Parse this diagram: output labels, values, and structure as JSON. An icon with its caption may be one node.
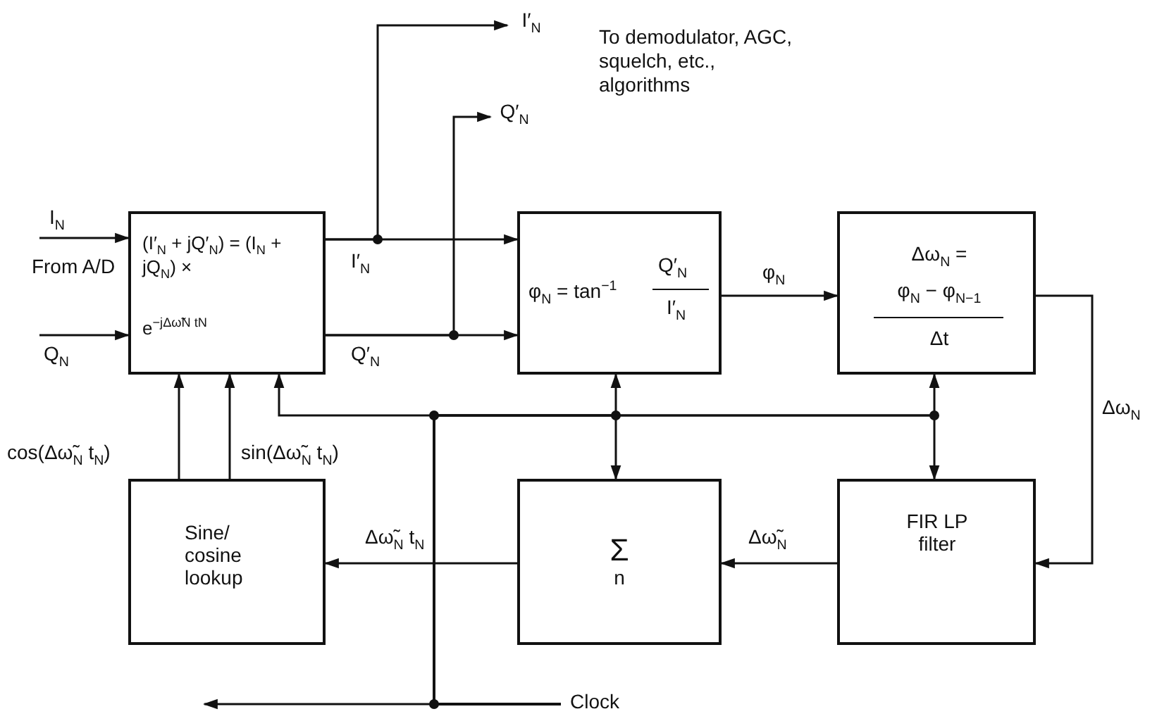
{
  "diagram": {
    "nodes": [
      {
        "text": [
          "(I′$_{N}$ + jQ′$_{N}$) = (I$_{N}$ + jQ$_{N}$) ×",
          "e$^{−jΔω̃N tN}$"
        ]
      },
      {
        "text": [
          "φ$_{N}$ = tan$^{−1}$",
          "Q′$_{N}$",
          "I′$_{N}$"
        ]
      },
      {
        "text": [
          "Δω$_{N}$ =",
          "φ$_{N}$ − φ$_{N−1}$",
          "Δt"
        ]
      },
      {
        "text": [
          "Sine/ cosine lookup"
        ]
      },
      {
        "text": [
          "Σ",
          "n"
        ]
      },
      {
        "text": [
          "FIR LP filter"
        ]
      },
      {
        "text": [
          "I′$_{N}$"
        ]
      },
      {
        "text": [
          "Q′$_{N}$"
        ]
      },
      {
        "text": [
          "Clock"
        ]
      }
    ],
    "edges": [
      {
        "from": null,
        "to": 0,
        "arrow": "to",
        "label": "I$_{N}$"
      },
      {
        "from": null,
        "to": 0,
        "arrow": "to",
        "label": "Q$_{N}$"
      },
      {
        "from": 0,
        "to": 1,
        "arrow": "to",
        "label": "I′$_{N}$"
      },
      {
        "from": 0,
        "to": 1,
        "arrow": "to",
        "label": "Q′$_{N}$"
      },
      {
        "from": 0,
        "to": 6,
        "arrow": "to"
      },
      {
        "from": 0,
        "to": 7,
        "arrow": "to"
      },
      {
        "from": 1,
        "to": 2,
        "arrow": "to",
        "label": "φ$_{N}$"
      },
      {
        "from": 2,
        "to": 5,
        "arrow": "to",
        "label": "Δω$_{N}$"
      },
      {
        "from": 5,
        "to": 4,
        "arrow": "to",
        "label": "Δω̃$_{N}$"
      },
      {
        "from": 4,
        "to": 3,
        "arrow": "to",
        "label": "Δω̃$_{N}$ t$_{N}$"
      },
      {
        "from": 3,
        "to": 0,
        "arrow": "to",
        "label": "cos(Δω̃$_{N}$ t$_{N}$)"
      },
      {
        "from": 3,
        "to": 0,
        "arrow": "to",
        "label": "sin(Δω̃$_{N}$ t$_{N}$)"
      },
      {
        "from": 8,
        "to": null,
        "arrow": "to"
      },
      {
        "from": 8,
        "to": 0,
        "arrow": "to"
      },
      {
        "from": 8,
        "to": 1,
        "arrow": "to"
      },
      {
        "from": 8,
        "to": 4,
        "arrow": "to"
      },
      {
        "from": 8,
        "to": 2,
        "arrow": "to"
      },
      {
        "from": 8,
        "to": 5,
        "arrow": "to"
      }
    ],
    "labels": [
      "To demodulator, AGC, squelch, etc., algorithms",
      "From A/D"
    ]
  }
}
